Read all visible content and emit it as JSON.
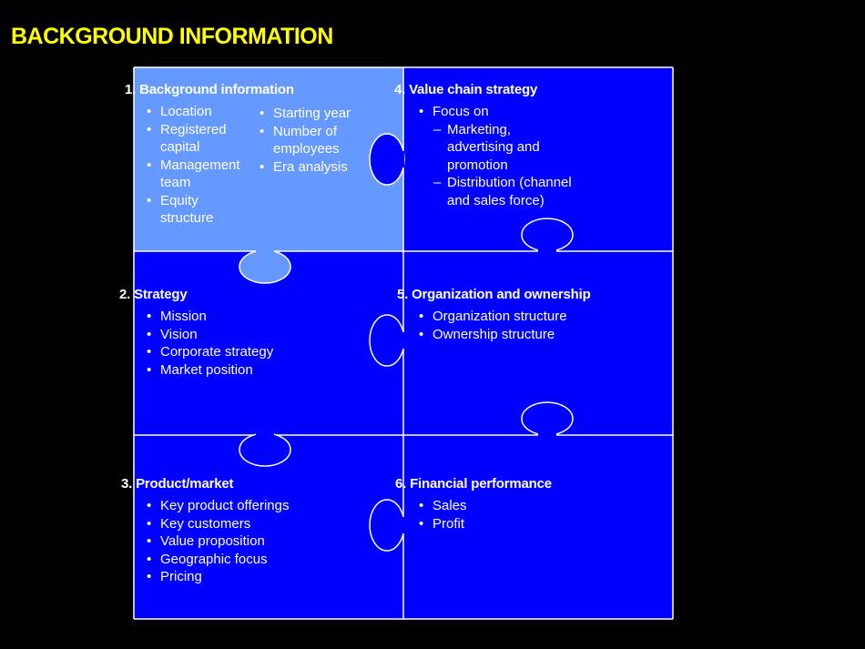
{
  "title": "BACKGROUND INFORMATION",
  "colors": {
    "dark_piece": "#0000ff",
    "light_piece": "#6699ff",
    "title": "#ffff00"
  },
  "pieces": [
    {
      "heading": "1. Background information",
      "col1": [
        "Location",
        "Registered capital",
        "Management team",
        "Equity structure"
      ],
      "col2": [
        "Starting year",
        "Number of employees",
        "Era analysis"
      ]
    },
    {
      "heading": "2. Strategy",
      "items": [
        "Mission",
        "Vision",
        "Corporate strategy",
        "Market position"
      ]
    },
    {
      "heading": "3. Product/market",
      "items": [
        "Key product offerings",
        "Key customers",
        "Value proposition",
        "Geographic focus",
        "Pricing"
      ]
    },
    {
      "heading": "4. Value chain strategy",
      "items": [
        "Focus on"
      ],
      "subitems": [
        "Marketing, advertising and promotion",
        "Distribution (channel and sales force)"
      ]
    },
    {
      "heading": "5. Organization and ownership",
      "items": [
        "Organization structure",
        "Ownership structure"
      ]
    },
    {
      "heading": "6. Financial performance",
      "items": [
        "Sales",
        "Profit"
      ]
    }
  ]
}
